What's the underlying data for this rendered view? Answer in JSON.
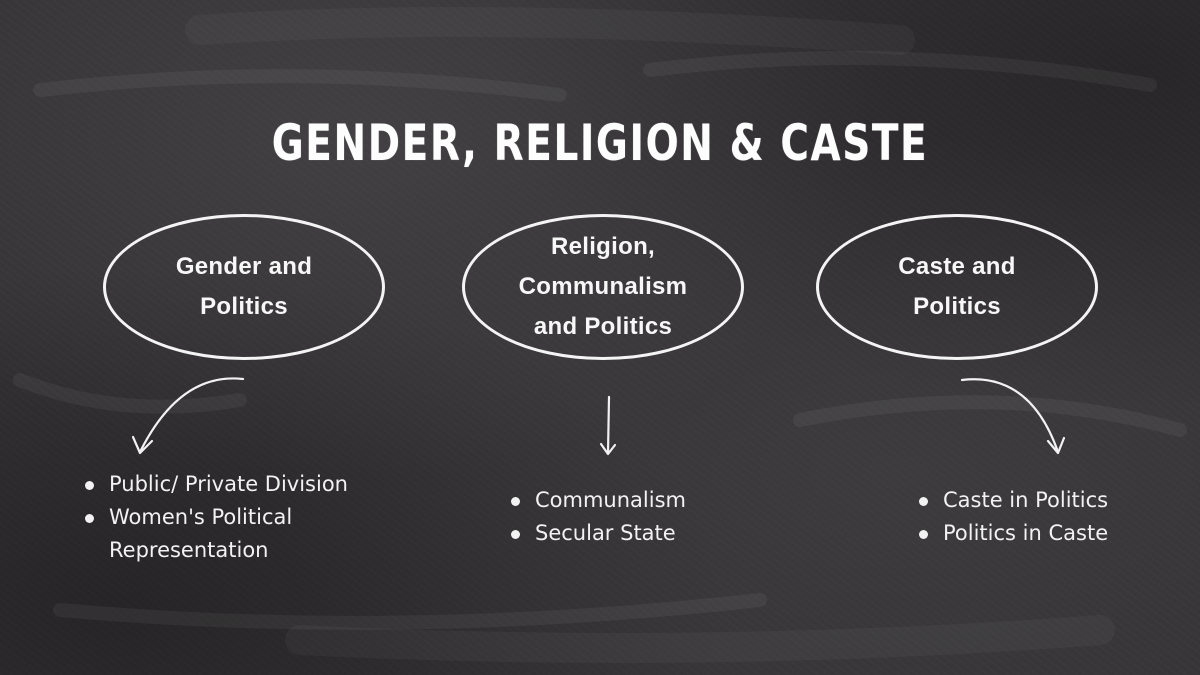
{
  "title": "GENDER, RELIGION & CASTE",
  "colors": {
    "background": "#353335",
    "chalk": "#f4f4f4"
  },
  "topics": [
    {
      "label": "Gender and\nPolitics",
      "arrow": "curved-arrow-down-left",
      "points": [
        "Public/ Private  Division",
        "Women's Political Representation"
      ]
    },
    {
      "label": "Religion,\nCommunalism\nand Politics",
      "arrow": "straight-arrow-down",
      "points": [
        "Communalism",
        "Secular State"
      ]
    },
    {
      "label": "Caste and\nPolitics",
      "arrow": "curved-arrow-down-right",
      "points": [
        "Caste in Politics",
        "Politics in Caste"
      ]
    }
  ]
}
